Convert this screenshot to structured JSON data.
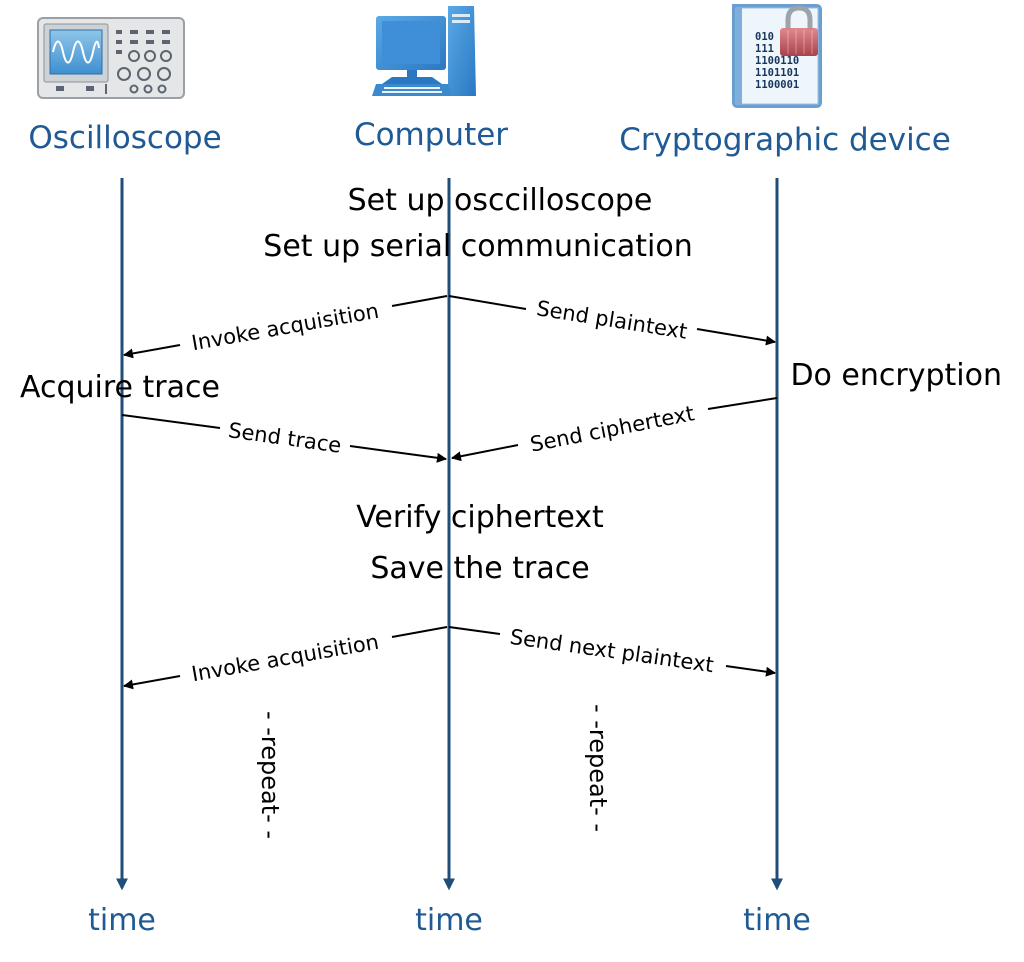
{
  "participants": [
    {
      "name": "Oscilloscope",
      "icon": "oscilloscope-icon"
    },
    {
      "name": "Computer",
      "icon": "computer-icon"
    },
    {
      "name": "Cryptographic device",
      "icon": "encrypted-file-icon"
    }
  ],
  "time_label": "time",
  "steps": {
    "setup_scope": "Set up osccilloscope",
    "setup_serial": "Set up serial communication",
    "acquire_trace": "Acquire trace",
    "do_encryption": "Do encryption",
    "verify_ciphertext": "Verify ciphertext",
    "save_trace": "Save the trace"
  },
  "messages": {
    "invoke_acquisition_1": "Invoke acquisition",
    "send_plaintext": "Send plaintext",
    "send_trace": "Send trace",
    "send_ciphertext": "Send ciphertext",
    "invoke_acquisition_2": "Invoke acquisition",
    "send_next_plaintext": "Send next plaintext"
  },
  "repeat_label": "- -repeat- -",
  "colors": {
    "lifeline": "#1f4e79",
    "header_text": "#1f5a95",
    "text": "#000000",
    "arrow": "#000000"
  },
  "icon_file_bits": [
    "010",
    "111",
    "1100110",
    "1101101",
    "1100001"
  ]
}
